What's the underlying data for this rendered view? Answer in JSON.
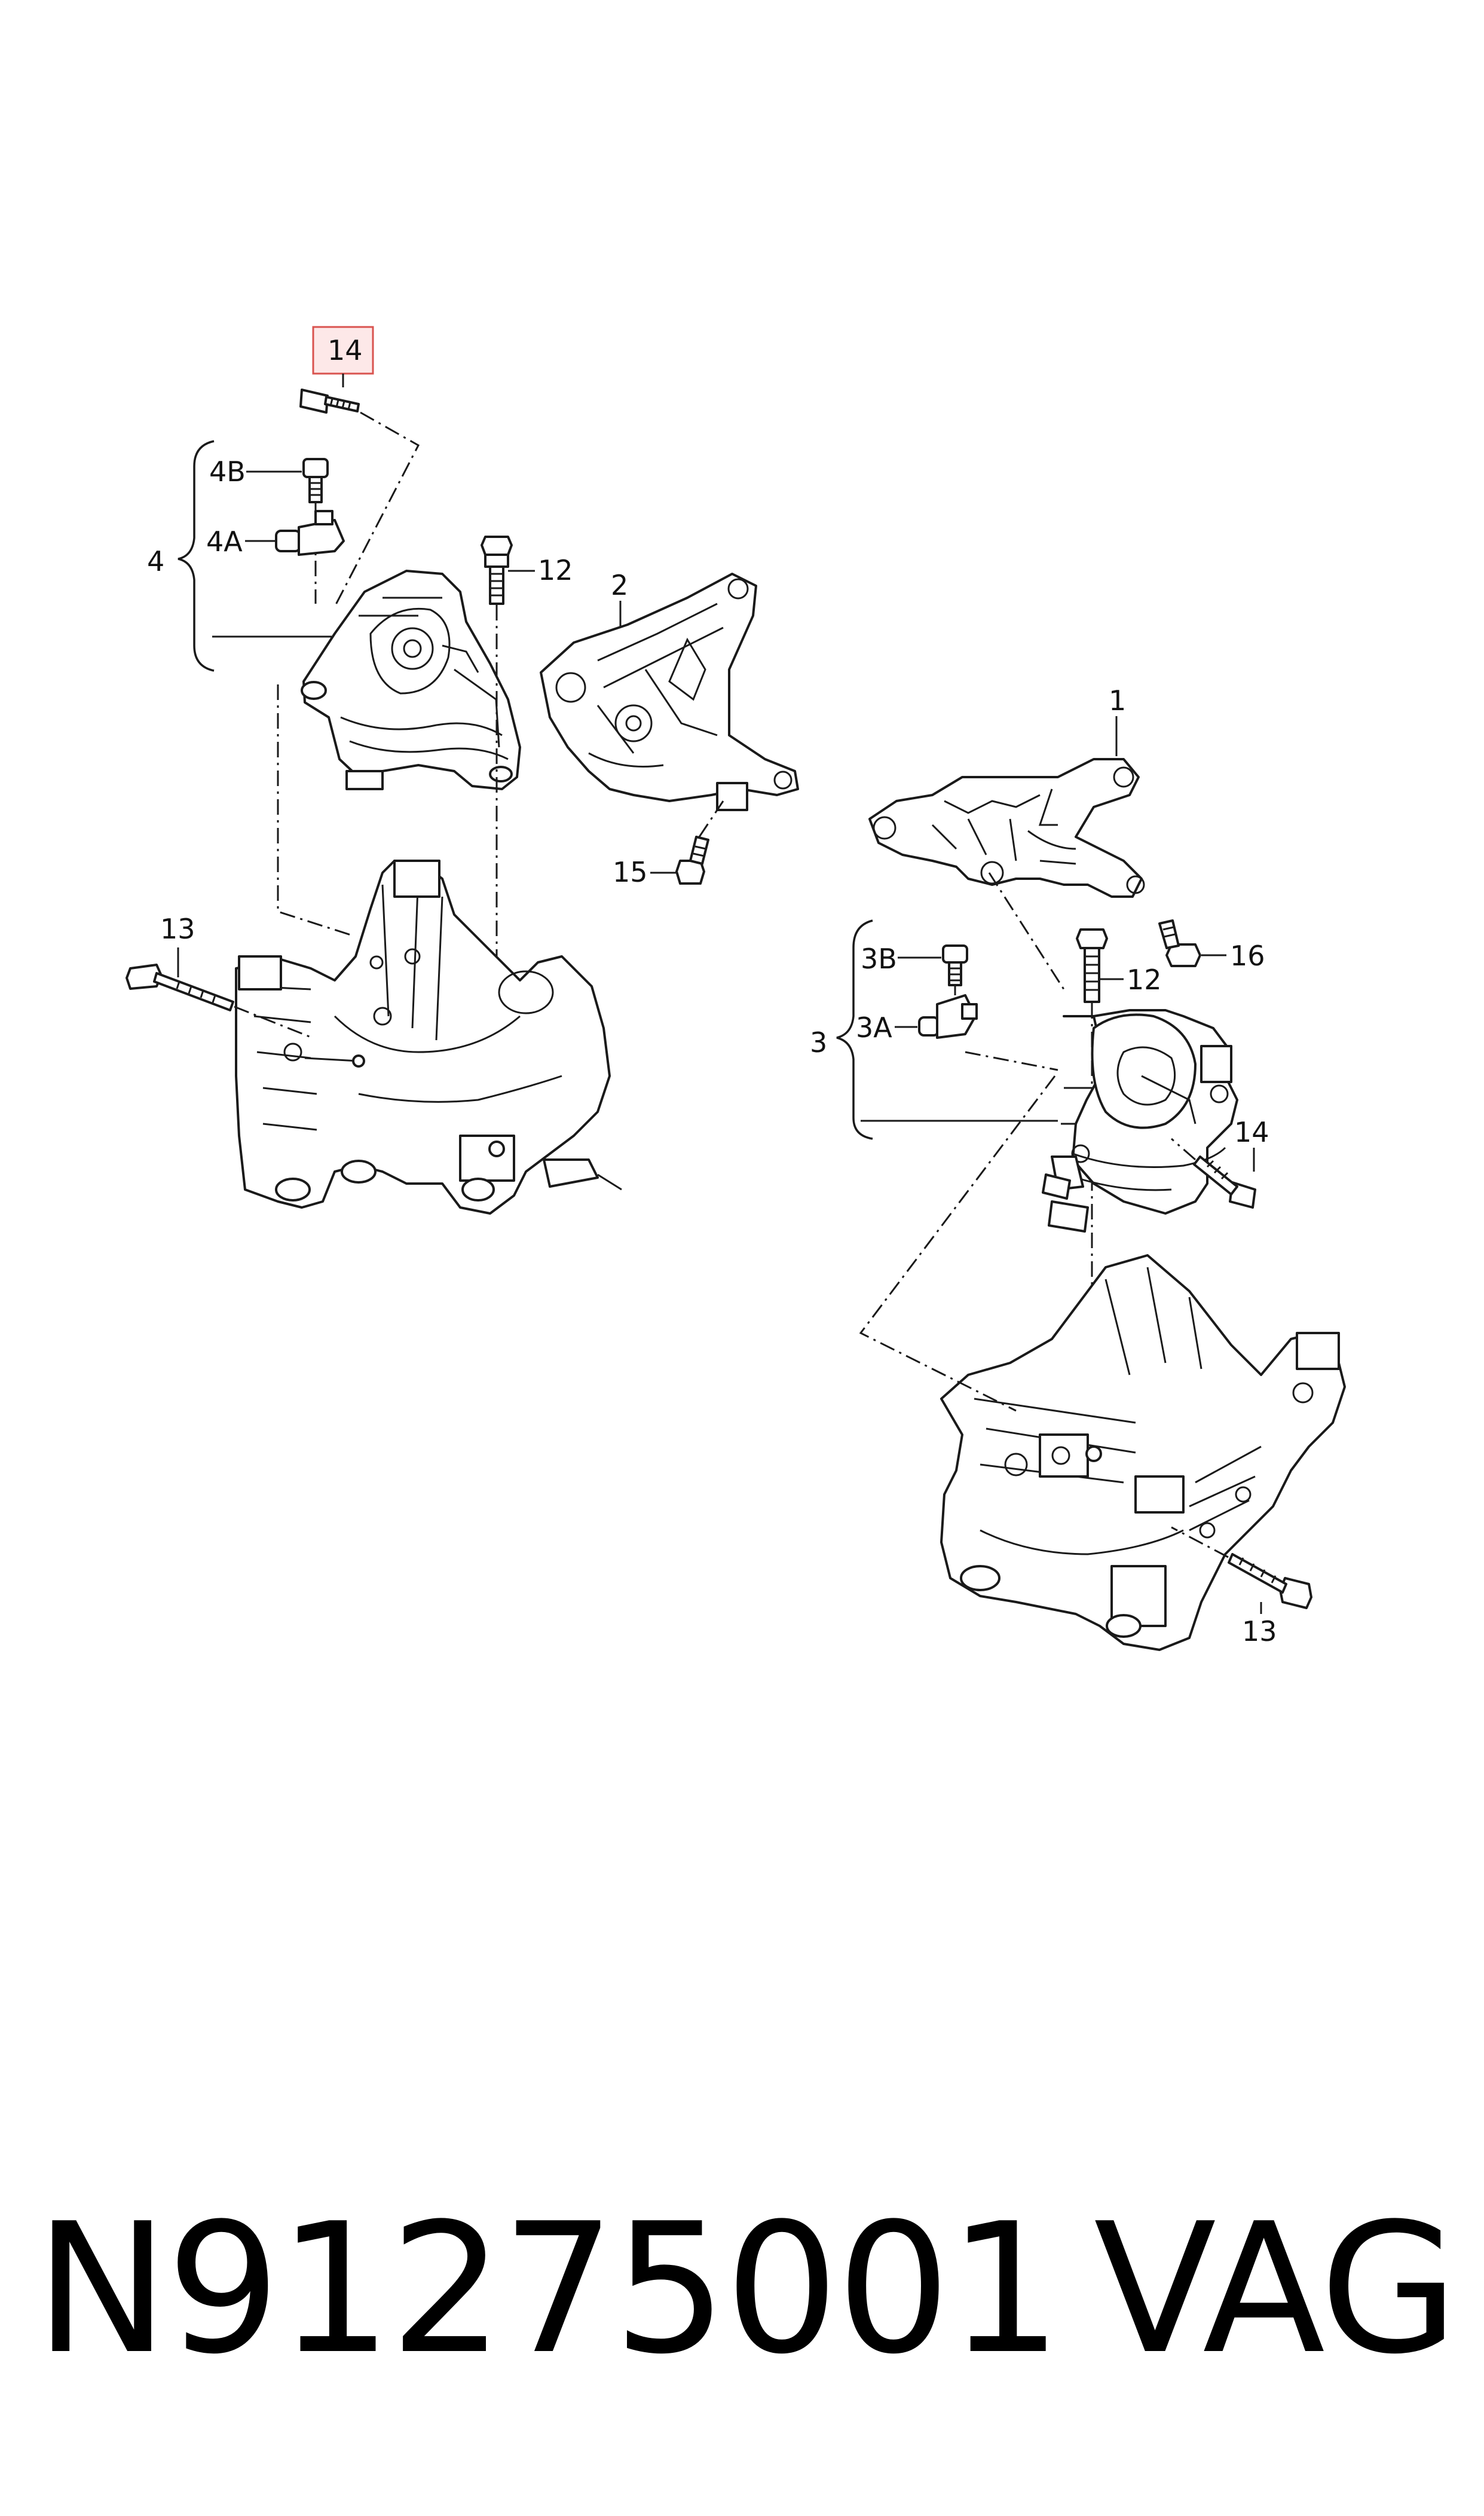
{
  "diagram": {
    "callouts": {
      "c14_top": "14",
      "c4B": "4B",
      "c4A": "4A",
      "c4": "4",
      "c12_left": "12",
      "c2": "2",
      "c15": "15",
      "c13_left": "13",
      "c1": "1",
      "c3B": "3B",
      "c12_right": "12",
      "c16": "16",
      "c3A": "3A",
      "c3": "3",
      "c14_right": "14",
      "c13_right": "13"
    },
    "highlight_color": "#d9534f"
  },
  "footer": {
    "part_number": "N91275001",
    "brand": "VAG"
  }
}
